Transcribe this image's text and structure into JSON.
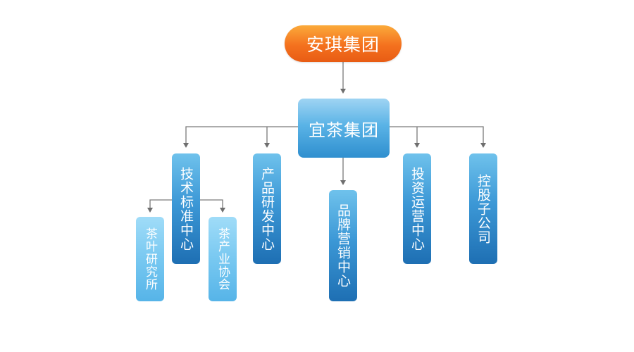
{
  "root": {
    "label": "安琪集团"
  },
  "group": {
    "label": "宜茶集团"
  },
  "centers": [
    {
      "label": "技术标准中心"
    },
    {
      "label": "产品研发中心"
    },
    {
      "label": "品牌营销中心"
    },
    {
      "label": "投资运营中心"
    },
    {
      "label": "控股子公司"
    }
  ],
  "sub_units": [
    {
      "label": "茶叶研究所"
    },
    {
      "label": "茶产业协会"
    }
  ],
  "colors": {
    "root": "#f4711e",
    "group": "#5ab3e6",
    "center": "#3c98d6",
    "sub_unit": "#74c6f0",
    "connector": "#7a7a7a"
  }
}
